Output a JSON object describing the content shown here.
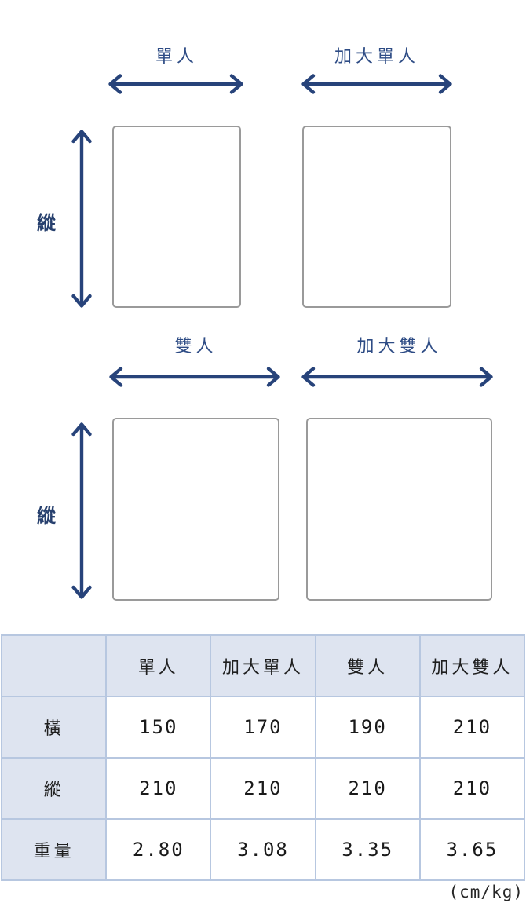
{
  "colors": {
    "arrow_navy": "#27437A",
    "label_navy": "#2E4C85",
    "axis_navy": "#27406E",
    "bed_rect_border": "#9A9A9A",
    "table_header_bg": "#DEE4F0",
    "table_border": "#B7C7E0",
    "table_text": "#1A1A1A"
  },
  "icons": {
    "width_arrow": "double-headed-horizontal-arrow",
    "height_arrow": "double-headed-vertical-arrow"
  },
  "diagram": {
    "rows": [
      {
        "axis_label": "縱",
        "beds": [
          {
            "label": "單人"
          },
          {
            "label": "加大單人"
          }
        ]
      },
      {
        "axis_label": "縱",
        "beds": [
          {
            "label": "雙人"
          },
          {
            "label": "加大雙人"
          }
        ]
      }
    ]
  },
  "table": {
    "columns": [
      "",
      "單人",
      "加大單人",
      "雙人",
      "加大雙人"
    ],
    "rows": [
      {
        "label": "橫",
        "values": [
          "150",
          "170",
          "190",
          "210"
        ]
      },
      {
        "label": "縱",
        "values": [
          "210",
          "210",
          "210",
          "210"
        ]
      },
      {
        "label": "重量",
        "values": [
          "2.80",
          "3.08",
          "3.35",
          "3.65"
        ]
      }
    ],
    "unit_note": "(cm/kg)"
  }
}
